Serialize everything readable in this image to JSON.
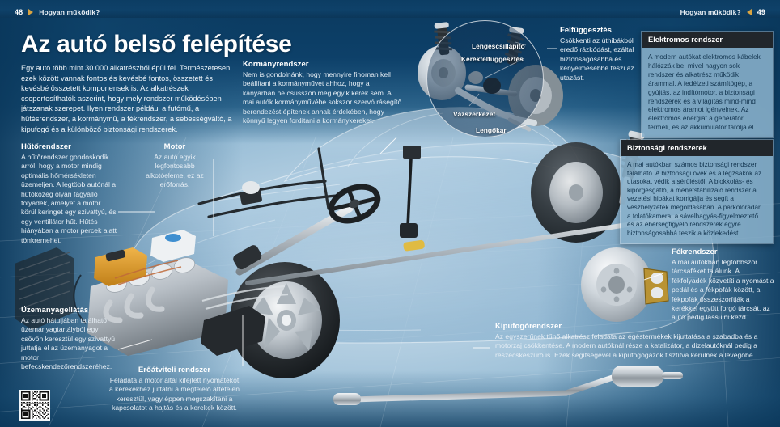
{
  "header": {
    "left_page": "48",
    "left_label": "Hogyan működik?",
    "right_label": "Hogyan működik?",
    "right_page": "49"
  },
  "title": "Az autó belső felépítése",
  "intro": "Egy autó több mint 30 000 alkatrészből épül fel. Természetesen ezek között vannak fontos és kevésbé fontos, összetett és kevésbé összetett komponensek is. Az alkatrészek csoportosíthatók aszerint, hogy mely rendszer működésében játszanak szerepet. Ilyen rendszer például a futómű, a hűtésrendszer, a kormánymű, a fékrendszer, a sebességváltó, a kipufogó és a különböző biztonsági rendszerek.",
  "sections": {
    "steering": {
      "title": "Kormányrendszer",
      "body": "Nem is gondolnánk, hogy mennyire finoman kell beállítani a kormányművet ahhoz, hogy a kanyarban ne csússzon meg egyik kerék sem. A mai autók kormányművébe sokszor szervó rásegítő berendezést építenek annak érdekében, hogy könnyű legyen fordítani a kormánykereket."
    },
    "suspension": {
      "title": "Felfüggesztés",
      "body": "Csökkenti az úthibákból eredő rázkódást, ezáltal biztonságosabbá és kényelmesebbé teszi az utazást."
    },
    "cooling": {
      "title": "Hűtőrendszer",
      "body": "A hűtőrendszer gondoskodik arról, hogy a motor mindig optimális hőmérsékleten üzemeljen. A legtöbb autónál a hűtőközeg olyan fagyálló folyadék, amelyet a motor körül keringet egy szivattyú, és egy ventillátor hűt. Hűtés hiányában a motor percek alatt tönkremehet."
    },
    "engine": {
      "title": "Motor",
      "body": "Az autó egyik legfontosabb alkotóeleme, ez az erőforrás."
    },
    "fuel": {
      "title": "Üzemanyagellátás",
      "body": "Az autó hátuljában található üzemanyagtartályból egy csövön keresztül egy szivattyú juttatja el az üzemanyagot a motor befecskendezőrendszeréhez."
    },
    "drivetrain": {
      "title": "Erőátviteli rendszer",
      "body": "Feladata a motor által kifejtett nyomatékot a kerekekhez juttatni a megfelelő áttételen keresztül, vagy éppen megszakítani a kapcsolatot a hajtás és a kerekek között."
    },
    "exhaust": {
      "title": "Kipufogórendszer",
      "body": "Az egyszerűnek tűnő alkatrész feladata az égéstermékek kijuttatása a szabadba és a motorzaj csökkentése. A modern autóknál része a katalizátor, a dízelautóknál pedig a részecskeszűrő is. Ezek segítségével a kipufogógázok tisztítva kerülnek a levegőbe."
    },
    "brakes": {
      "title": "Fékrendszer",
      "body": "A mai autókban legtöbbször tárcsaféket találunk. A fékfolyadék közvetíti a nyomást a pedál és a fékpofák között, a fékpofák összeszorítják a kerékkel együtt forgó tárcsát, az autó pedig lassulni kezd."
    }
  },
  "panels": {
    "electrical": {
      "title": "Elektromos rendszer",
      "body": "A modern autókat elektromos kábelek hálózzák be, mivel nagyon sok rendszer és alkatrész működik árammal. A fedélzeti számítógép, a gyújtás, az indítómotor, a biztonsági rendszerek és a világítás mind-mind elektromos áramot igényelnek. Az elektromos energiát a generátor termeli, és az akkumulátor tárolja el."
    },
    "safety": {
      "title": "Biztonsági rendszerek",
      "body": "A mai autókban számos biztonsági rendszer található. A biztonsági övek és a légzsákok az utasokat védik a sérüléstől. A blokkolás- és kipörgésgátló, a menetstabilizáló rendszer a vezetési hibákat korrigálja és segít a vészhelyzetek megoldásában. A parkolóradar, a tolatókamera, a sávelhagyás-figyelmeztető és az éberségfigyelő rendszerek egyre biztonságosabbá teszik a közlekedést."
    }
  },
  "circle_callouts": {
    "damper": "Lengéscsillapító",
    "wheel_suspension": "Kerékfelfüggesztés",
    "frame": "Vázszerkezet",
    "swing_arm": "Lengőkar"
  },
  "colors": {
    "banner": "#0d4069",
    "accent_arrow": "#d9a441",
    "panel_head": "#21262b",
    "panel_body": "#89b1cb",
    "title_text": "#ffffff"
  }
}
